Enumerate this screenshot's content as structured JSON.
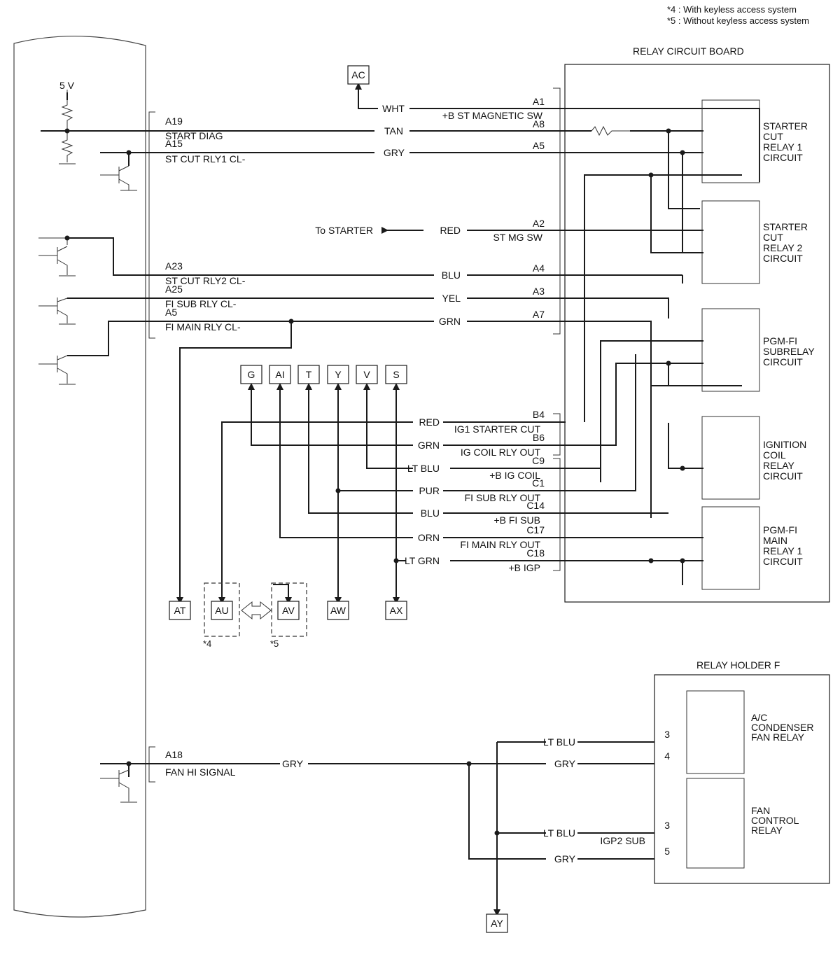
{
  "notes": {
    "note4": "*4 : With keyless access system",
    "note5": "*5 : Without keyless access system",
    "mark4": "*4",
    "mark5": "*5"
  },
  "rcb": {
    "title": "RELAY CIRCUIT BOARD",
    "relays": [
      [
        "STARTER",
        "CUT",
        "RELAY 1",
        "CIRCUIT"
      ],
      [
        "STARTER",
        "CUT",
        "RELAY 2",
        "CIRCUIT"
      ],
      [
        "PGM-FI",
        "SUBRELAY",
        "CIRCUIT"
      ],
      [
        "IGNITION",
        "COIL",
        "RELAY",
        "CIRCUIT"
      ],
      [
        "PGM-FI",
        "MAIN",
        "RELAY 1",
        "CIRCUIT"
      ]
    ]
  },
  "ecm": {
    "supply": "5 V",
    "pins": [
      {
        "pin": "A19",
        "name": "START DIAG"
      },
      {
        "pin": "A15",
        "name": "ST CUT RLY1 CL-"
      },
      {
        "pin": "A23",
        "name": "ST CUT RLY2 CL-"
      },
      {
        "pin": "A25",
        "name": "FI SUB RLY CL-"
      },
      {
        "pin": "A5",
        "name": "FI MAIN RLY CL-"
      },
      {
        "pin": "A18",
        "name": "FAN HI SIGNAL"
      }
    ]
  },
  "wires": {
    "upper": [
      {
        "color": "WHT",
        "pin": "A1",
        "name": "+B ST MAGNETIC SW"
      },
      {
        "color": "TAN",
        "pin": "A8",
        "name": ""
      },
      {
        "color": "GRY",
        "pin": "A5",
        "name": ""
      },
      {
        "color": "RED",
        "pin": "A2",
        "name": "ST MG SW"
      },
      {
        "color": "BLU",
        "pin": "A4",
        "name": ""
      },
      {
        "color": "YEL",
        "pin": "A3",
        "name": ""
      },
      {
        "color": "GRN",
        "pin": "A7",
        "name": ""
      }
    ],
    "lower": [
      {
        "color": "RED",
        "pin": "B4",
        "name": "IG1 STARTER CUT"
      },
      {
        "color": "GRN",
        "pin": "B6",
        "name": "IG COIL RLY OUT"
      },
      {
        "color": "LT BLU",
        "pin": "C9",
        "name": "+B IG COIL"
      },
      {
        "color": "PUR",
        "pin": "C1",
        "name": "FI SUB RLY OUT"
      },
      {
        "color": "BLU",
        "pin": "C14",
        "name": "+B FI SUB"
      },
      {
        "color": "ORN",
        "pin": "C17",
        "name": "FI MAIN RLY OUT"
      },
      {
        "color": "LT GRN",
        "pin": "C18",
        "name": "+B IGP"
      }
    ],
    "to_starter": "To STARTER"
  },
  "connectors": {
    "top": [
      "G",
      "AI",
      "T",
      "Y",
      "V",
      "S"
    ],
    "ac": "AC",
    "bottom": [
      "AT",
      "AU",
      "AV",
      "AW",
      "AX"
    ],
    "ay": "AY"
  },
  "fan": {
    "ecm_wire": "GRY",
    "holder": "RELAY HOLDER F",
    "ac_relay": [
      "A/C",
      "CONDENSER",
      "FAN RELAY"
    ],
    "fc_relay": [
      "FAN",
      "CONTROL",
      "RELAY"
    ],
    "ac_lines": [
      {
        "color": "LT BLU",
        "pin": "3"
      },
      {
        "color": "GRY",
        "pin": "4"
      }
    ],
    "fc_lines": [
      {
        "color": "LT BLU",
        "pin": "3",
        "name": "IGP2 SUB"
      },
      {
        "color": "GRY",
        "pin": "5"
      }
    ]
  }
}
